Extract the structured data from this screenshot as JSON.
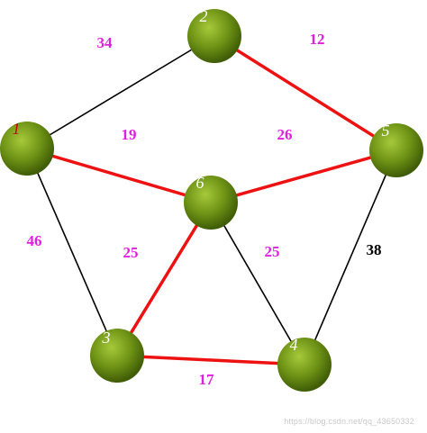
{
  "graph": {
    "nodes": [
      {
        "id": "1",
        "label": "1",
        "label_color": "#cc0000"
      },
      {
        "id": "2",
        "label": "2",
        "label_color": "#ffffff"
      },
      {
        "id": "3",
        "label": "3",
        "label_color": "#ffffff"
      },
      {
        "id": "4",
        "label": "4",
        "label_color": "#ffffff"
      },
      {
        "id": "5",
        "label": "5",
        "label_color": "#ffffff"
      },
      {
        "id": "6",
        "label": "6",
        "label_color": "#ffffff"
      }
    ],
    "edges": [
      {
        "from": "1",
        "to": "2",
        "weight": "34",
        "highlighted": false,
        "weight_color": "#e020e0"
      },
      {
        "from": "2",
        "to": "5",
        "weight": "12",
        "highlighted": true,
        "weight_color": "#e020e0"
      },
      {
        "from": "1",
        "to": "6",
        "weight": "19",
        "highlighted": true,
        "weight_color": "#e020e0"
      },
      {
        "from": "6",
        "to": "5",
        "weight": "26",
        "highlighted": true,
        "weight_color": "#e020e0"
      },
      {
        "from": "1",
        "to": "3",
        "weight": "46",
        "highlighted": false,
        "weight_color": "#e020e0"
      },
      {
        "from": "6",
        "to": "3",
        "weight": "25",
        "highlighted": true,
        "weight_color": "#e020e0"
      },
      {
        "from": "6",
        "to": "4",
        "weight": "25",
        "highlighted": false,
        "weight_color": "#e020e0"
      },
      {
        "from": "5",
        "to": "4",
        "weight": "38",
        "highlighted": false,
        "weight_color": "#000000"
      },
      {
        "from": "3",
        "to": "4",
        "weight": "17",
        "highlighted": true,
        "weight_color": "#e020e0"
      }
    ],
    "colors": {
      "highlight_edge": "#ee1111",
      "normal_edge": "#000000",
      "node_fill_light": "#8db52a",
      "node_fill_dark": "#4a6a0a"
    }
  },
  "watermark": "https://blog.csdn.net/qq_43650332"
}
